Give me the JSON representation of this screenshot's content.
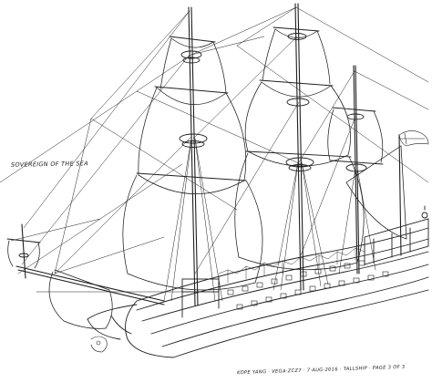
{
  "drawing": {
    "title": "SOVEREIGN OF THE SEA",
    "signature": "KOPE YANG · VEGA·ZCZ7 · 7·AUG·2016 · TALLSHIP · PAGE 3 OF 3",
    "ink_color": "#1f1f1f",
    "paper_color": "#ffffff",
    "subject": "ship-line-drawing"
  }
}
